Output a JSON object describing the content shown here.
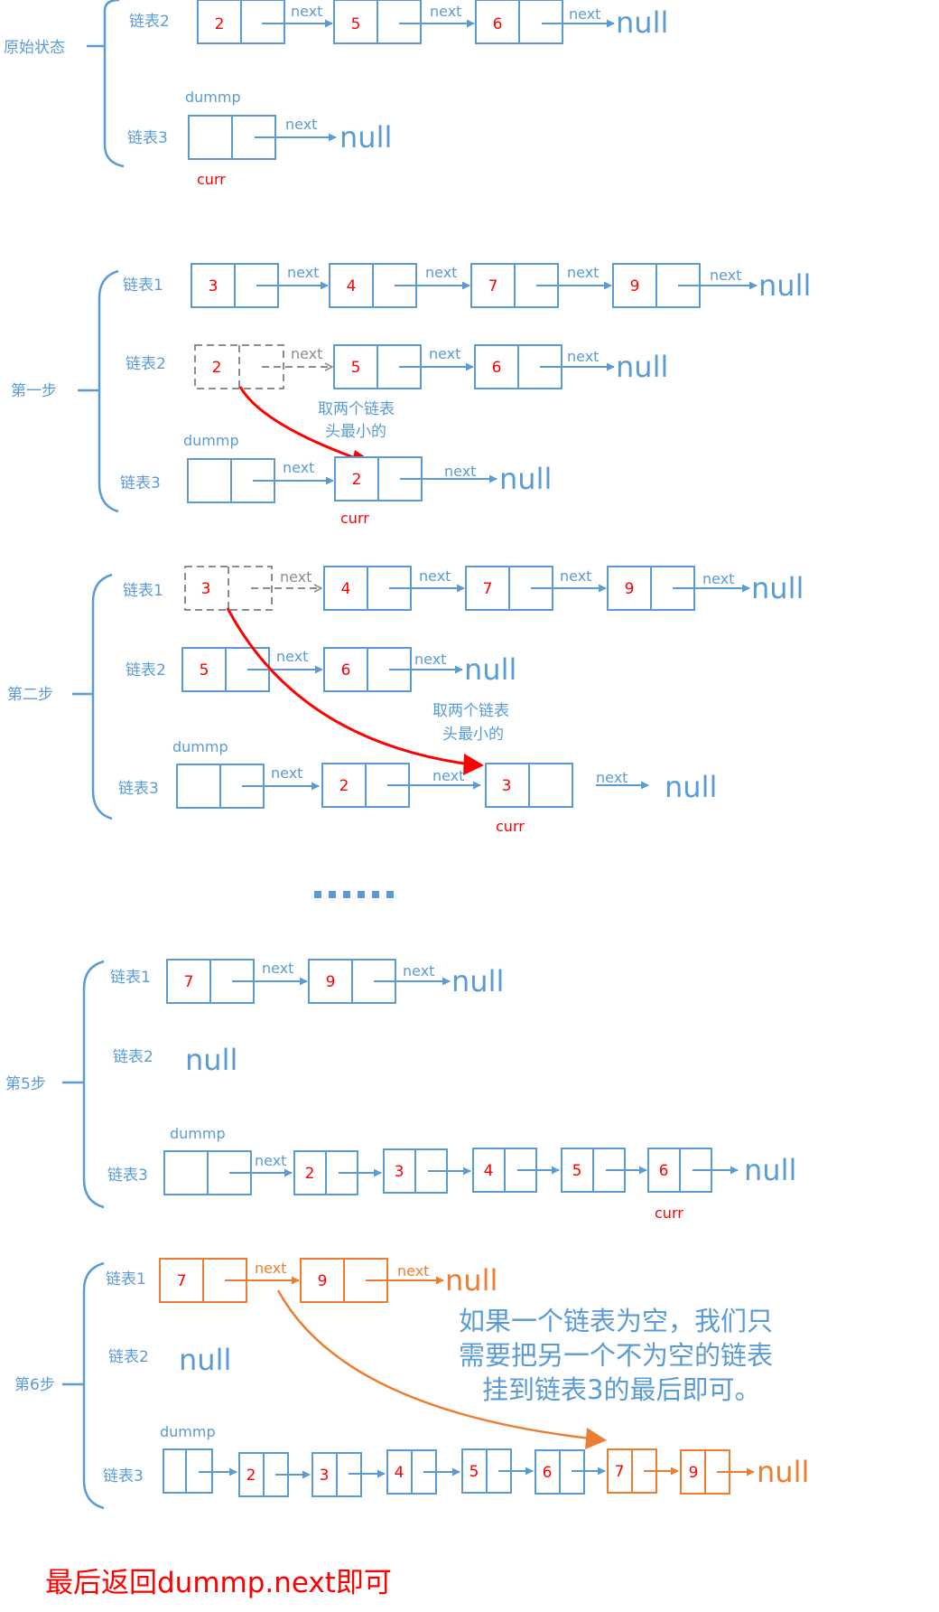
{
  "stage0": {
    "label": "原始状态",
    "list2": "链表2",
    "list3": "链表3",
    "dummp": "dummp",
    "curr": "curr",
    "l2_vals": [
      "2",
      "5",
      "6"
    ],
    "next": "next",
    "null": "null"
  },
  "stage1": {
    "label": "第一步",
    "list1": "链表1",
    "list2": "链表2",
    "list3": "链表3",
    "dummp": "dummp",
    "curr": "curr",
    "l1_vals": [
      "3",
      "4",
      "7",
      "9"
    ],
    "l2_vals": [
      "2",
      "5",
      "6"
    ],
    "l3_vals": [
      "2"
    ],
    "note_line1": "取两个链表",
    "note_line2": "头最小的",
    "next": "next",
    "null": "null"
  },
  "stage2": {
    "label": "第二步",
    "list1": "链表1",
    "list2": "链表2",
    "list3": "链表3",
    "dummp": "dummp",
    "curr": "curr",
    "l1_vals": [
      "3",
      "4",
      "7",
      "9"
    ],
    "l2_vals": [
      "5",
      "6"
    ],
    "l3_vals": [
      "2",
      "3"
    ],
    "note_line1": "取两个链表",
    "note_line2": "头最小的",
    "next": "next",
    "null": "null"
  },
  "ellipsis": "......",
  "stage5": {
    "label": "第5步",
    "list1": "链表1",
    "list2": "链表2",
    "list3": "链表3",
    "dummp": "dummp",
    "curr": "curr",
    "l1_vals": [
      "7",
      "9"
    ],
    "l2_value": "null",
    "l3_vals": [
      "2",
      "3",
      "4",
      "5",
      "6"
    ],
    "next": "next",
    "null": "null"
  },
  "stage6": {
    "label": "第6步",
    "list1": "链表1",
    "list2": "链表2",
    "list3": "链表3",
    "dummp": "dummp",
    "l1_vals": [
      "7",
      "9"
    ],
    "l2_value": "null",
    "l3_vals": [
      "2",
      "3",
      "4",
      "5",
      "6",
      "7",
      "9"
    ],
    "note_line1": "如果一个链表为空，我们只",
    "note_line2": "需要把另一个不为空的链表",
    "note_line3": "挂到链表3的最后即可。",
    "next": "next",
    "null": "null"
  },
  "final_text": "最后返回dummp.next即可",
  "colors": {
    "blue": "#5b9bd5",
    "red": "#ff0000",
    "gray": "#8c8c8c",
    "orange": "#ed7d31"
  }
}
